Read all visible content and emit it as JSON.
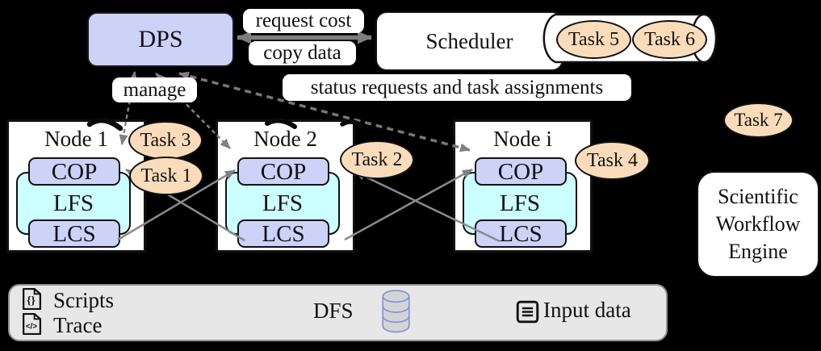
{
  "dps": {
    "label": "DPS"
  },
  "scheduler": {
    "label": "Scheduler"
  },
  "arrows": {
    "request_cost": "request cost",
    "copy_data": "copy data",
    "manage": "manage",
    "status": "status requests and task assignments"
  },
  "tasks": {
    "t1": "Task 1",
    "t2": "Task 2",
    "t3": "Task 3",
    "t4": "Task 4",
    "t5": "Task 5",
    "t6": "Task 6",
    "t7": "Task 7"
  },
  "nodes": [
    {
      "title": "Node 1",
      "cop": "COP",
      "lfs": "LFS",
      "lcs": "LCS"
    },
    {
      "title": "Node 2",
      "cop": "COP",
      "lfs": "LFS",
      "lcs": "LCS"
    },
    {
      "title": "Node i",
      "cop": "COP",
      "lfs": "LFS",
      "lcs": "LCS"
    }
  ],
  "workflow_engine": {
    "lines": [
      "Scientific",
      "Workflow",
      "Engine"
    ]
  },
  "legend": {
    "scripts": "Scripts",
    "trace": "Trace",
    "dfs": "DFS",
    "input_data": "Input data"
  },
  "icons": {
    "scripts": "document-braces-icon",
    "trace": "document-code-icon",
    "dfs": "database-cylinder-icon",
    "input_data": "document-lines-icon"
  },
  "colors": {
    "background": "#000000",
    "lavender": "#ccd2f8",
    "cyan": "#ccffff",
    "peach": "#fbdcba",
    "legend_bg": "#e7e7e7",
    "arrow_gray": "#7d7d7d",
    "db_icon_stroke": "#7f91d8"
  }
}
